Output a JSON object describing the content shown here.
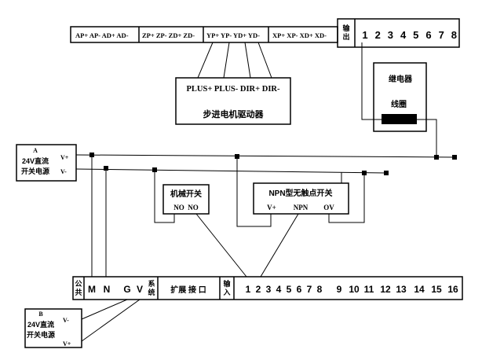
{
  "top_terminal": {
    "groups": [
      "AP+ AP- AD+ AD-",
      "ZP+ ZP- ZD+ ZD-",
      "YP+ YP- YD+ YD-",
      "XP+ XP- XD+ XD-"
    ],
    "output_label": "输出",
    "output_numbers": [
      "1",
      "2",
      "3",
      "4",
      "5",
      "6",
      "7",
      "8"
    ]
  },
  "stepper_driver": {
    "pins": "PLUS+ PLUS- DIR+ DIR-",
    "title": "步进电机驱动器"
  },
  "relay": {
    "title": "继电器",
    "coil_label": "线圈"
  },
  "power_supply_a": {
    "letter": "A",
    "line1": "24V直流",
    "line2": "开关电源",
    "pos_label": "V+",
    "neg_label": "V-"
  },
  "mechanical_switch": {
    "title": "机械开关",
    "pins": "NO  NO"
  },
  "npn_switch": {
    "title": "NPN型无触点开关",
    "pins": [
      "V+",
      "NPN",
      "OV"
    ]
  },
  "bottom_terminal": {
    "common_label": "公共",
    "power_pins": [
      "M",
      "N",
      "G",
      "V"
    ],
    "system_label": "系统",
    "expansion_label": "扩展 接 口",
    "input_label": "输入",
    "input_numbers": [
      "1",
      "2",
      "3",
      "4",
      "5",
      "6",
      "7",
      "8",
      "9",
      "10",
      "11",
      "12",
      "13",
      "14",
      "15",
      "16"
    ]
  },
  "power_supply_b": {
    "letter": "B",
    "line1": "24V直流",
    "line2": "开关电源",
    "neg_label": "V-",
    "pos_label": "V+"
  }
}
